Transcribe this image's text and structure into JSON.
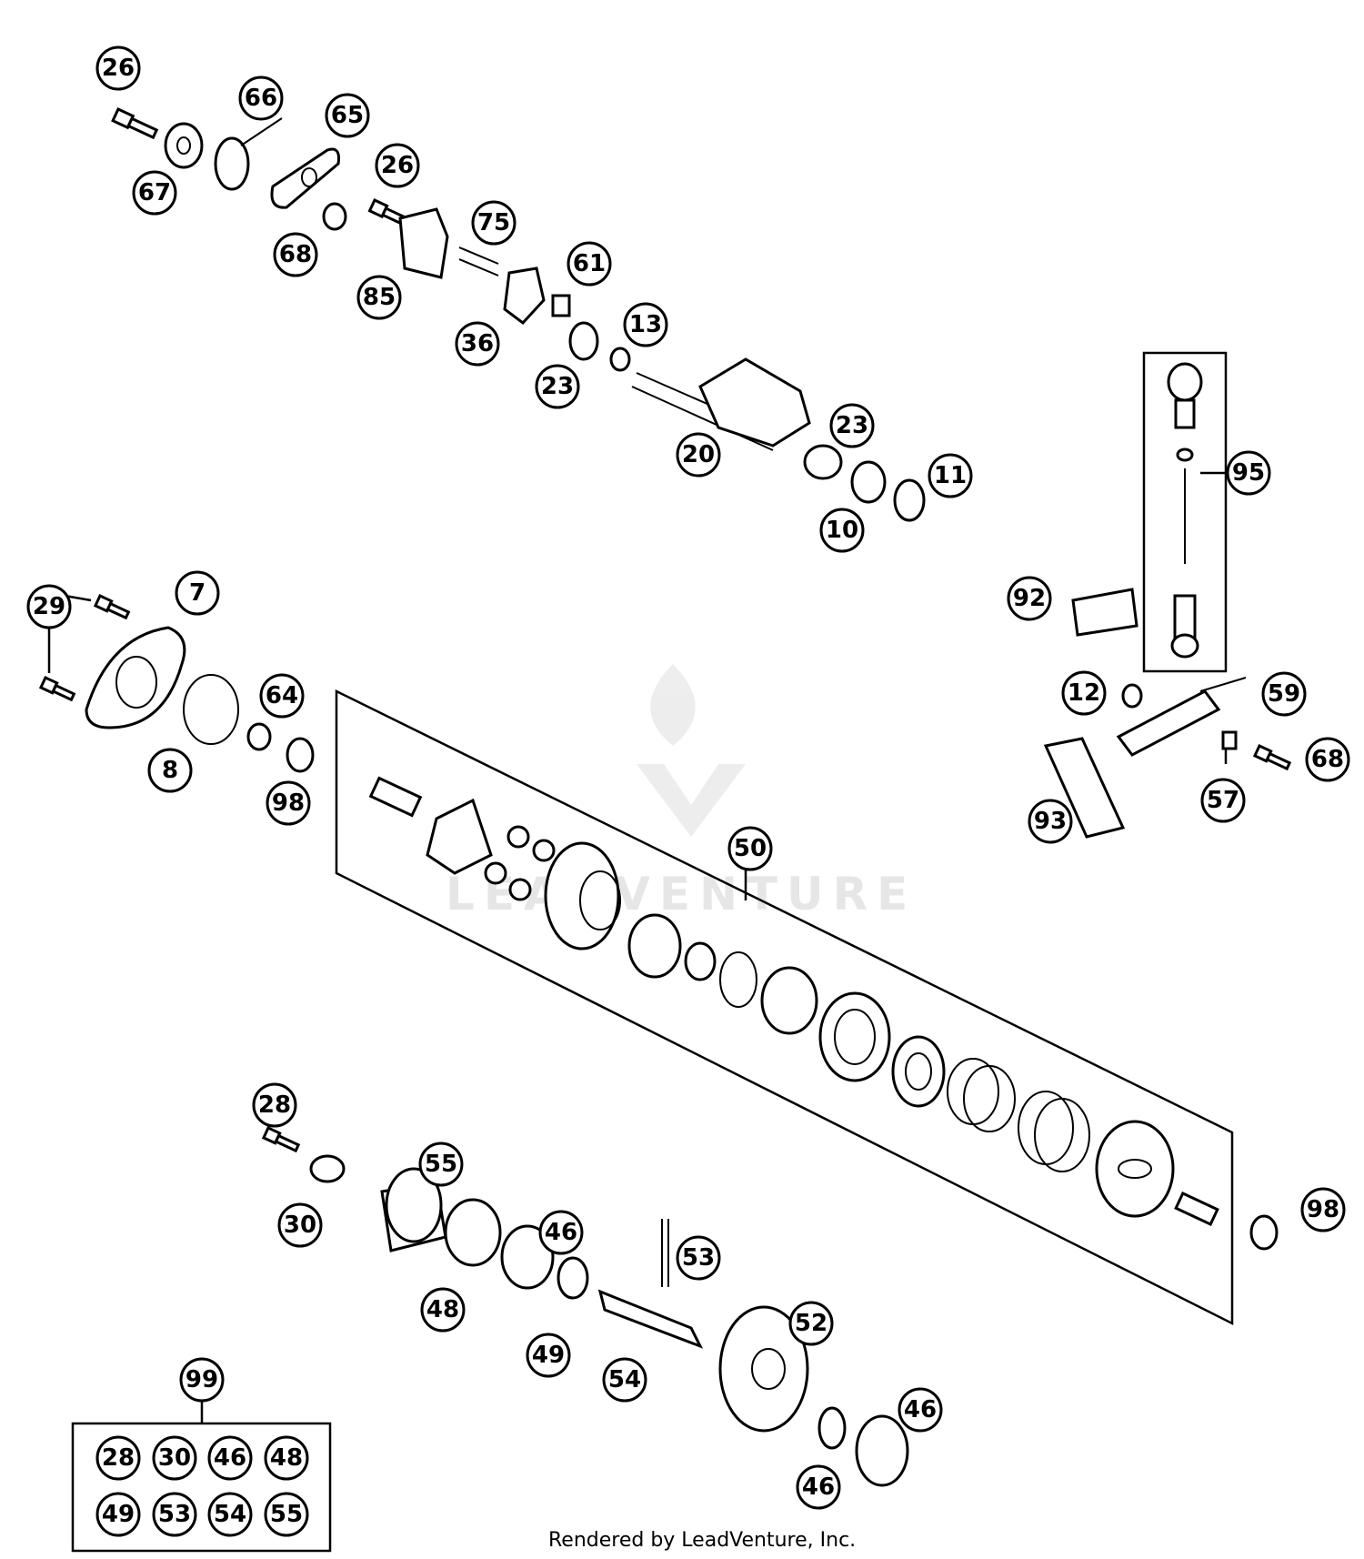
{
  "diagram": {
    "callouts": [
      "26",
      "66",
      "65",
      "67",
      "68",
      "26",
      "75",
      "85",
      "61",
      "36",
      "13",
      "23",
      "20",
      "23",
      "11",
      "10",
      "95",
      "92",
      "7",
      "29",
      "64",
      "8",
      "98",
      "12",
      "59",
      "57",
      "68",
      "93",
      "50",
      "28",
      "55",
      "30",
      "46",
      "48",
      "53",
      "49",
      "52",
      "54",
      "46",
      "46",
      "98",
      "99"
    ],
    "kit_99_parts": [
      "28",
      "30",
      "46",
      "48",
      "49",
      "53",
      "54",
      "55"
    ],
    "watermark": "LEADVENTURE",
    "footer": "Rendered by LeadVenture, Inc."
  }
}
